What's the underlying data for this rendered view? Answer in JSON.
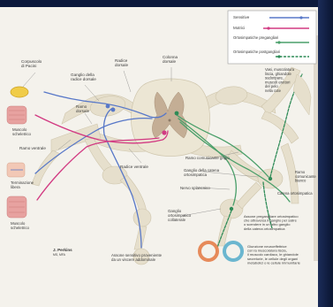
{
  "colors": {
    "sensory": "#5878c8",
    "motor": "#d23a82",
    "pregang": "#4a9f6a",
    "postgang": "#2e8b57",
    "nerve": "#e6dfcc",
    "cord": "#ece6d4",
    "gray": "#c4ae95",
    "ring_orange": "#e68a5a",
    "ring_cyan": "#6bb6cf",
    "muscle": "#e7a2a0",
    "yellow": "#f0cc48"
  },
  "legend": {
    "items": [
      {
        "label": "Sensitive",
        "color": "#5878c8"
      },
      {
        "label": "Motrici",
        "color": "#d23a82"
      },
      {
        "label": "Ortosimpatiche pregangliari",
        "color": "#4a9f6a"
      },
      {
        "label": "Ortosimpatiche postgangliari",
        "color": "#2e8b57"
      }
    ]
  },
  "labels": {
    "corpuscolo": [
      "Corpuscolo",
      "di Pacini"
    ],
    "gangio_radice": [
      "Ganglio della",
      "radice dorsale"
    ],
    "radice_dorsale": [
      "Radice",
      "dorsale"
    ],
    "colonna_dorsale": [
      "Colonna",
      "dorsale"
    ],
    "ramo_dorsale": [
      "Ramo",
      "dorsale"
    ],
    "muscolo_sup": [
      "Muscolo",
      "scheletrico"
    ],
    "ramo_ventrale": "Ramo ventrale",
    "radice_ventrale": "Radice ventrale",
    "terminazione": [
      "Terminazione",
      "libera"
    ],
    "muscolo_inf": [
      "Muscolo",
      "scheletrico"
    ],
    "vasi_right": [
      "Vasi, muscolatura",
      "liscia, ghiandole",
      "sudoripare,",
      "muscoli erettori",
      "del pelo",
      "nella cute"
    ],
    "ramo_comunicante": "Ramo comunicante grigio",
    "ganglio_catena": [
      "Ganglio della catena",
      "ortosimpatica"
    ],
    "ramo_com_bianco": [
      "Ramo",
      "comunicante",
      "bianco"
    ],
    "nervo_splancnico": "Nervo splancnico",
    "catena_orto": "Catena ortosimpatica",
    "ganglio_orto": [
      "Ganglio",
      "ortosimpatico",
      "collaterale"
    ],
    "assone_preg": [
      "Assone pregangliare ortosimpatico",
      "che attraversa il ganglio per salire",
      "o scendere in un altro ganglio",
      "della catena ortosimpatica"
    ],
    "giunzione": [
      "Giunzione neuroeffettrice",
      "con la muscolatura liscia,",
      "il muscolo cardiaco, le ghiandole",
      "secretorie, le cellule degli organi",
      "metabolici o le cellule immunitarie"
    ],
    "assone_sens": [
      "Assone sensitivo proveniente",
      "da un viscere addominale"
    ],
    "signature": [
      "J. Perkins",
      "MS, MFA"
    ]
  }
}
